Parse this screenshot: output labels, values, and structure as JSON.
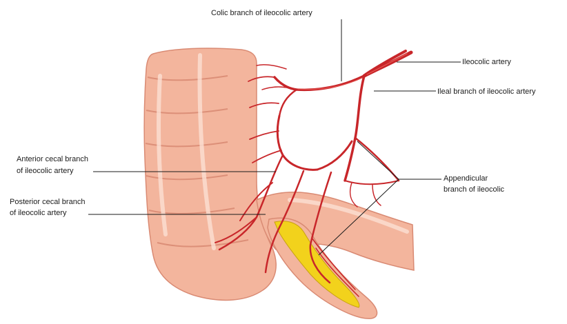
{
  "labels": {
    "colic_branch": "Colic branch of ileocolic artery",
    "ileocolic_artery": "Ileocolic artery",
    "ileal_branch": "Ileal branch of ileocolic artery",
    "anterior_cecal_line1": "Anterior cecal branch",
    "anterior_cecal_line2": "of ileocolic artery",
    "posterior_cecal_line1": "Posterior cecal branch",
    "posterior_cecal_line2": "of ileocolic artery",
    "appendicular_line1": "Appendicular",
    "appendicular_line2": "branch of ileocolic"
  },
  "colors": {
    "artery": "#c8262a",
    "bowel": "#f3b59d",
    "bowel_outline": "#d98a73",
    "appendix_fat": "#f2d21c",
    "leader": "#1a1a1a"
  }
}
